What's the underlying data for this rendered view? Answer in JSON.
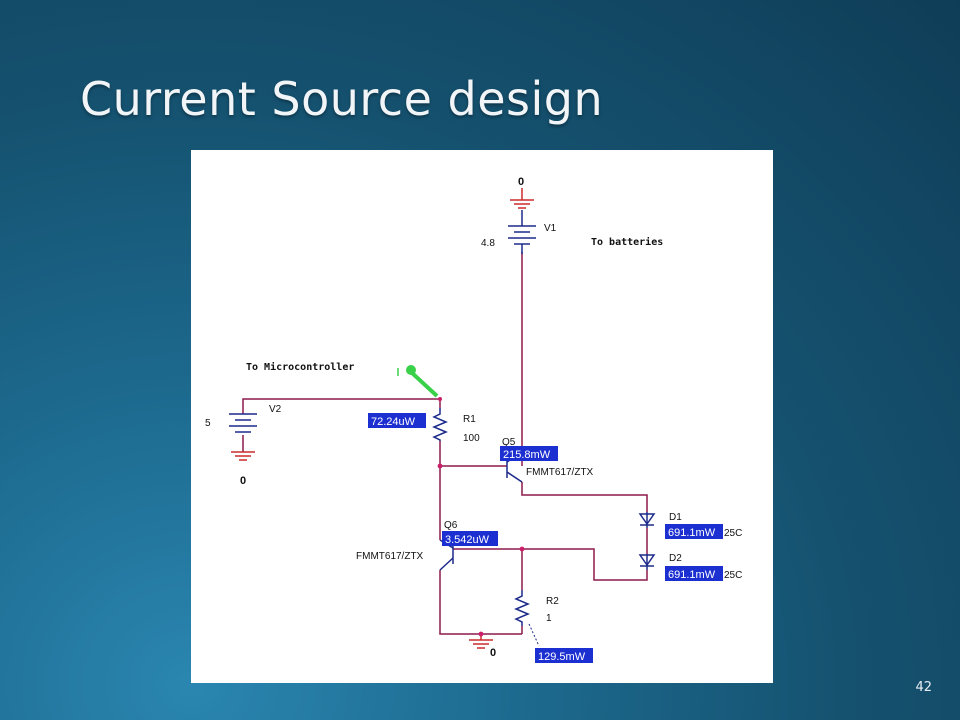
{
  "slide": {
    "title": "Current Source design",
    "page_number": "42"
  },
  "schematic": {
    "notes": {
      "to_batteries": "To batteries",
      "to_microcontroller": "To Microcontroller"
    },
    "components": {
      "v1": {
        "ref": "V1",
        "value": "4.8",
        "ground": "0"
      },
      "v2": {
        "ref": "V2",
        "value": "5",
        "ground": "0"
      },
      "r1": {
        "ref": "R1",
        "value": "100",
        "power": "72.24uW"
      },
      "r2": {
        "ref": "R2",
        "value": "1",
        "power": "129.5mW"
      },
      "q5": {
        "ref": "Q5",
        "model": "FMMT617/ZTX",
        "power": "215.8mW"
      },
      "q6": {
        "ref": "Q6",
        "model": "FMMT617/ZTX",
        "power": "3.542uW"
      },
      "d1": {
        "ref": "D1",
        "power": "691.1mW",
        "temp": "25C"
      },
      "d2": {
        "ref": "D2",
        "power": "691.1mW",
        "temp": "25C"
      },
      "gnd_bottom": {
        "label": "0"
      }
    },
    "colors": {
      "wire": "#8b1a4a",
      "component": "#1c2a8a",
      "label_bg": "#1c2fd1",
      "ground": "#cc2b2b",
      "probe": "#3ad14a"
    }
  }
}
